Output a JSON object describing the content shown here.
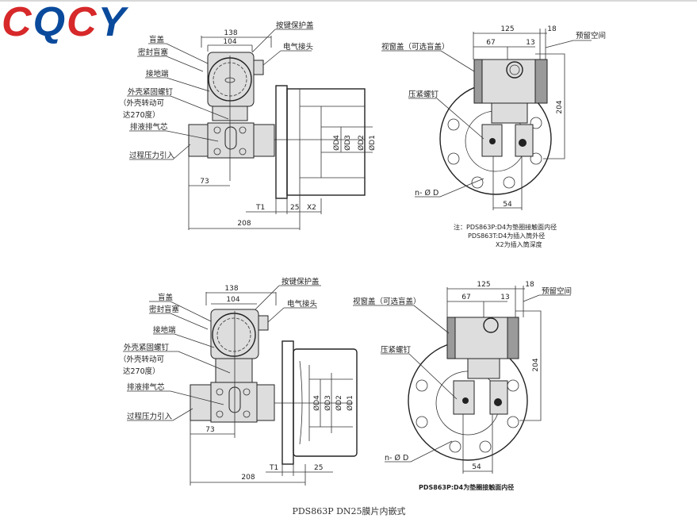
{
  "logo": {
    "letters": [
      "C",
      "Q",
      "C",
      "Y"
    ]
  },
  "top_side": {
    "dims": {
      "d138": "138",
      "d104": "104",
      "d73": "73",
      "t1": "T1",
      "d25": "25",
      "x2": "X2",
      "d208": "208",
      "od4": "ØD4",
      "od3": "ØD3",
      "od2": "ØD2",
      "od1": "ØD1"
    },
    "labels": {
      "blind_cover": "盲盖",
      "seal_plug": "密封盲塞",
      "ground": "接地端",
      "housing_screw": "外壳紧固螺钉",
      "rotate1": "（外壳转动可",
      "rotate2": "达270度）",
      "drain": "排液排气芯",
      "process": "过程压力引入",
      "key_cover": "按键保护盖",
      "electric": "电气接头"
    }
  },
  "top_front": {
    "dims": {
      "d125": "125",
      "d18": "18",
      "d67": "67",
      "d13": "13",
      "d204": "204",
      "d54": "54"
    },
    "labels": {
      "window": "视窗盖（可选盲盖）",
      "reserve": "预留空间",
      "clamp": "压紧螺钉",
      "holes": "n- Ø D"
    },
    "notes": [
      "注：PDS863P:D4为垫圈接触面内径",
      "PDS863T:D4为插入筒外径",
      "X2为插入筒深度"
    ]
  },
  "bottom_side": {
    "dims": {
      "d138": "138",
      "d104": "104",
      "d73": "73",
      "t1": "T1",
      "d25": "25",
      "d208": "208",
      "od4": "ØD4",
      "od3": "ØD3",
      "od2": "ØD2",
      "od1": "ØD1"
    },
    "labels": {
      "blind_cover": "盲盖",
      "seal_plug": "密封盲塞",
      "ground": "接地端",
      "housing_screw": "外壳紧固螺钉",
      "rotate1": "（外壳转动可",
      "rotate2": "达270度）",
      "drain": "排液排气芯",
      "process": "过程压力引入",
      "key_cover": "按键保护盖",
      "electric": "电气接头"
    }
  },
  "bottom_front": {
    "dims": {
      "d125": "125",
      "d18": "18",
      "d67": "67",
      "d13": "13",
      "d204": "204",
      "d54": "54"
    },
    "labels": {
      "window": "视窗盖（可选盲盖）",
      "reserve": "预留空间",
      "clamp": "压紧螺钉",
      "holes": "n- Ø D"
    },
    "note": "PDS863P:D4为垫圈接触面内径"
  },
  "caption": "PDS863P  DN25膜片内嵌式",
  "colors": {
    "logo_red": "#d7282a",
    "logo_blue": "#0a4a9c"
  }
}
